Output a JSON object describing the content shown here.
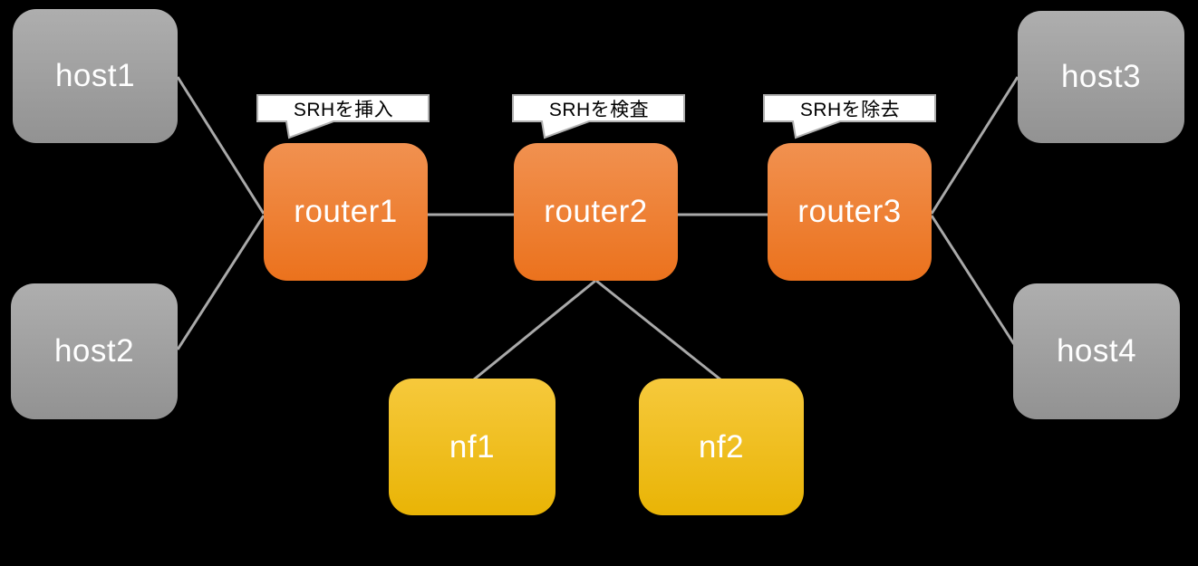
{
  "theme": {
    "bg": "#000000",
    "line": "#a9a9a9",
    "host-top": "#aeaeae",
    "host-bottom": "#929292",
    "router-top": "#f19150",
    "router-bottom": "#eb721d",
    "nf-top": "#f6c93c",
    "nf-bottom": "#e9b405",
    "callout-bg": "#ffffff",
    "callout-border": "#b0b0b0",
    "node-text": "#ffffff",
    "callout-text": "#000000"
  },
  "diagram": {
    "nodes": [
      {
        "id": "host1",
        "label": "host1",
        "type": "host"
      },
      {
        "id": "host2",
        "label": "host2",
        "type": "host"
      },
      {
        "id": "host3",
        "label": "host3",
        "type": "host"
      },
      {
        "id": "host4",
        "label": "host4",
        "type": "host"
      },
      {
        "id": "router1",
        "label": "router1",
        "type": "router"
      },
      {
        "id": "router2",
        "label": "router2",
        "type": "router"
      },
      {
        "id": "router3",
        "label": "router3",
        "type": "router"
      },
      {
        "id": "nf1",
        "label": "nf1",
        "type": "nf"
      },
      {
        "id": "nf2",
        "label": "nf2",
        "type": "nf"
      }
    ],
    "callouts": [
      {
        "label": "SRHを挿入",
        "target": "router1"
      },
      {
        "label": "SRHを検査",
        "target": "router2"
      },
      {
        "label": "SRHを除去",
        "target": "router3"
      }
    ],
    "edges": [
      {
        "from": "host1",
        "to": "router1"
      },
      {
        "from": "host2",
        "to": "router1"
      },
      {
        "from": "router1",
        "to": "router2"
      },
      {
        "from": "router2",
        "to": "router3"
      },
      {
        "from": "router3",
        "to": "host3"
      },
      {
        "from": "router3",
        "to": "host4"
      },
      {
        "from": "router2",
        "to": "nf1"
      },
      {
        "from": "router2",
        "to": "nf2"
      }
    ]
  }
}
